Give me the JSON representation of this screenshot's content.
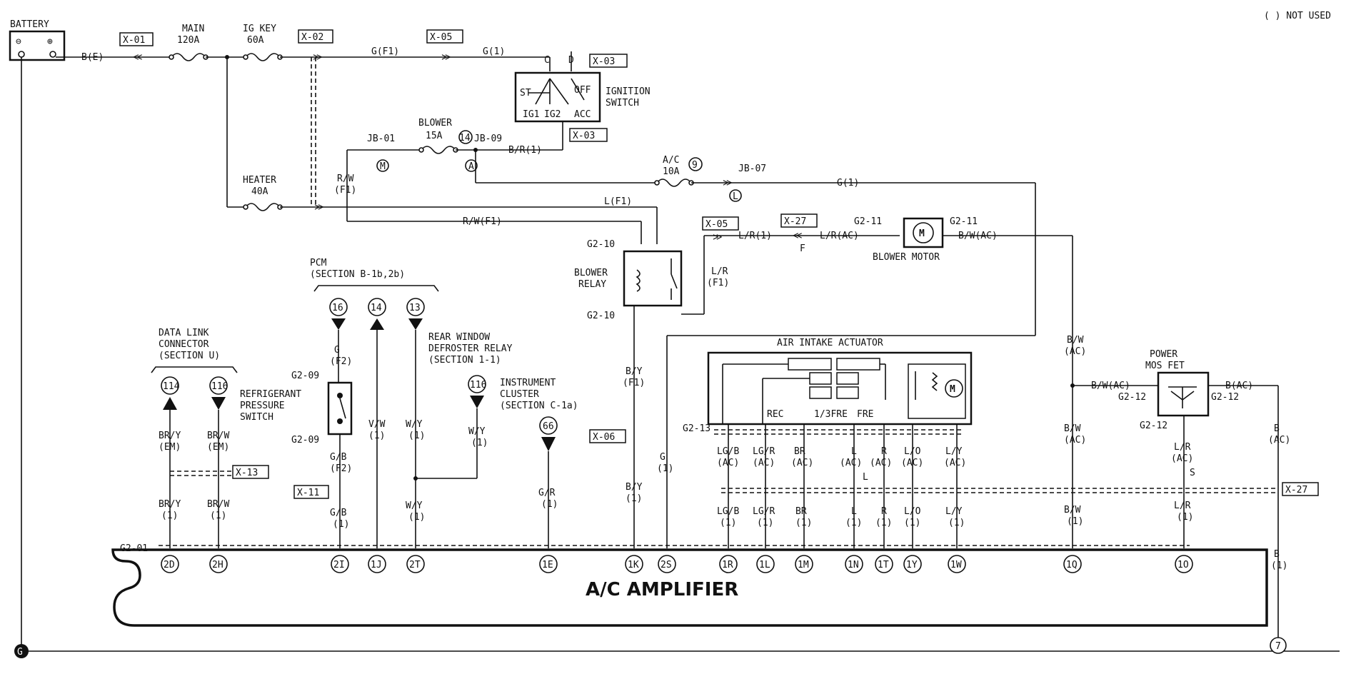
{
  "legend": {
    "not_used": "( ) NOT USED"
  },
  "battery": {
    "label": "BATTERY",
    "minus": "⊖",
    "plus": "⊕"
  },
  "fuses": {
    "main": {
      "name": "MAIN",
      "rating": "120A"
    },
    "ig_key": {
      "name": "IG KEY",
      "rating": "60A"
    },
    "heater": {
      "name": "HEATER",
      "rating": "40A"
    },
    "blower": {
      "name": "BLOWER",
      "rating": "15A",
      "num": "14"
    },
    "ac": {
      "name": "A/C",
      "rating": "10A",
      "num": "9"
    }
  },
  "connectors": {
    "x01": "X-01",
    "x02": "X-02",
    "x05a": "X-05",
    "x03a": "X-03",
    "x03b": "X-03",
    "x05b": "X-05",
    "x27a": "X-27",
    "x13": "X-13",
    "x11": "X-11",
    "x06": "X-06",
    "x27b": "X-27"
  },
  "wires": {
    "be": "B(E)",
    "gf1": "G(F1)",
    "g1a": "G(1)",
    "br1": "B/R(1)",
    "g1b": "G(1)",
    "lf1": "L(F1)",
    "rwf1": "R/W(F1)",
    "rw": "R/W",
    "f1": "(F1)",
    "lr1": "L/R(1)",
    "lrac": "L/R(AC)",
    "bwac": "B/W(AC)",
    "lr": "L/R",
    "lrf1": "(F1)",
    "by": "B/Y",
    "byf1": "(F1)",
    "by2": "B/Y",
    "by2b": "(1)",
    "g": "G",
    "gb1": "(1)",
    "bw": "B/W",
    "bwac2": "(AC)",
    "bwac3": "B/W(AC)",
    "bac": "B(AC)",
    "bw2": "B/W",
    "bw2b": "(AC)",
    "bw3": "B/W",
    "bw3b": "(1)",
    "lrac2": "L/R",
    "lrac2b": "(AC)",
    "s": "S",
    "lr3": "L/R",
    "lr3b": "(1)",
    "bac2": "B",
    "bac2b": "(AC)",
    "b3": "B",
    "b3b": "(1)",
    "f": "F"
  },
  "junctions": {
    "jb01": "JB-01",
    "jb09": "JB-09",
    "jb07": "JB-07",
    "m": "M",
    "a": "A",
    "l": "L"
  },
  "ignition": {
    "label1": "IGNITION",
    "label2": "SWITCH",
    "c": "C",
    "d": "D",
    "st": "ST",
    "off": "OFF",
    "ig1": "IG1",
    "ig2": "IG2",
    "acc": "ACC"
  },
  "blower_relay": {
    "label1": "BLOWER",
    "label2": "RELAY",
    "g210a": "G2-10",
    "g210b": "G2-10"
  },
  "blower_motor": {
    "label": "BLOWER MOTOR",
    "m": "M",
    "g211a": "G2-11",
    "g211b": "G2-11"
  },
  "pcm": {
    "label1": "PCM",
    "label2": "(SECTION B-1b,2b)",
    "p16": "16",
    "p14": "14",
    "p13": "13"
  },
  "data_link": {
    "l1": "DATA LINK",
    "l2": "CONNECTOR",
    "l3": "(SECTION U)",
    "p114": "114",
    "p116": "116"
  },
  "ref_switch": {
    "l1": "REFRIGERANT",
    "l2": "PRESSURE",
    "l3": "SWITCH",
    "g209a": "G2-09",
    "g209b": "G2-09"
  },
  "rear_window": {
    "l1": "REAR WINDOW",
    "l2": "DEFROSTER RELAY",
    "l3": "(SECTION 1-1)",
    "p116": "116"
  },
  "instrument": {
    "l1": "INSTRUMENT",
    "l2": "CLUSTER",
    "l3": "(SECTION C-1a)",
    "p66": "66"
  },
  "left_wires": {
    "bry_em": "BR/Y",
    "em1": "(EM)",
    "brw_em": "BR/W",
    "em2": "(EM)",
    "bry1": "BR/Y",
    "one1": "(1)",
    "brw1": "BR/W",
    "one2": "(1)",
    "g": "G",
    "f2": "(F2)",
    "gb": "G/B",
    "gbf2": "(F2)",
    "gb2": "G/B",
    "gb2b": "(1)",
    "vw": "V/W",
    "vw1": "(1)",
    "wy": "W/Y",
    "wy1": "(1)",
    "wy2": "W/Y",
    "wy2b": "(1)",
    "wy3": "W/Y",
    "wy3b": "(1)",
    "gr": "G/R",
    "gr1": "(1)"
  },
  "air_intake": {
    "label": "AIR INTAKE ACTUATOR",
    "rec": "REC",
    "fre13": "1/3FRE",
    "fre": "FRE",
    "g213": "G2-13",
    "wires": [
      {
        "top": "LG/B",
        "topb": "(AC)",
        "bot": "LG/B",
        "botb": "(1)"
      },
      {
        "top": "LG/R",
        "topb": "(AC)",
        "bot": "LG/R",
        "botb": "(1)"
      },
      {
        "top": "BR",
        "topb": "(AC)",
        "bot": "BR",
        "botb": "(1)"
      },
      {
        "top": "L",
        "topb": "(AC)",
        "bot": "L",
        "botb": "(1)"
      },
      {
        "top": "R",
        "topb": "(AC)",
        "bot": "R",
        "botb": "(1)"
      },
      {
        "top": "L/O",
        "topb": "(AC)",
        "bot": "L/O",
        "botb": "(1)"
      },
      {
        "top": "L/Y",
        "topb": "(AC)",
        "bot": "L/Y",
        "botb": "(1)"
      }
    ],
    "l_mid": "L"
  },
  "power_mos": {
    "l1": "POWER",
    "l2": "MOS FET",
    "g212a": "G2-12",
    "g212b": "G2-12",
    "g212c": "G2-12"
  },
  "amplifier": {
    "label": "A/C AMPLIFIER",
    "g201": "G2-01",
    "pins": [
      "2D",
      "2H",
      "2I",
      "1J",
      "2T",
      "1E",
      "1K",
      "2S",
      "1R",
      "1L",
      "1M",
      "1N",
      "1T",
      "1Y",
      "1W",
      "1Q",
      "1O"
    ]
  },
  "ground": {
    "label": "G",
    "num": "7"
  }
}
